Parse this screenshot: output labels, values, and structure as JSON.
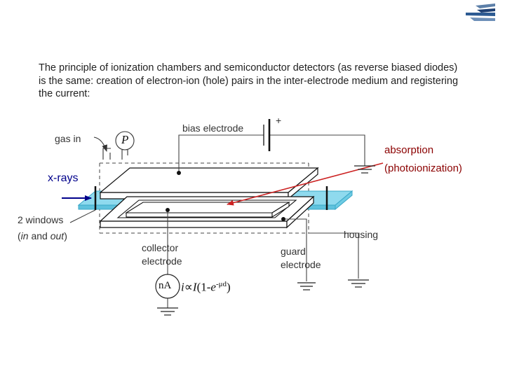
{
  "intro_text": "The principle of ionization chambers and semiconductor detectors (as reverse biased diodes) is the same: creation of electron-ion (hole) pairs in the inter-electrode medium and registering the current:",
  "labels": {
    "gas_in": "gas in",
    "pressure": "P",
    "bias_electrode": "bias electrode",
    "battery_plus": "+",
    "absorption_line1": "absorption",
    "absorption_line2": "(photoionization)",
    "xrays": "x-rays",
    "windows_line1": "2 windows",
    "windows_open": "(",
    "windows_in": "in",
    "windows_and": " and ",
    "windows_out": "out",
    "windows_close": ")",
    "housing": "housing",
    "collector_line1": "collector",
    "collector_line2": "electrode",
    "guard_line1": "guard",
    "guard_line2": "electrode",
    "ammeter": "nA",
    "formula_i": "i",
    "formula_prop": "∝",
    "formula_I": "I",
    "formula_open": "(1-",
    "formula_e": "e",
    "formula_exp": "-μd",
    "formula_close": ")"
  },
  "colors": {
    "absorption_text": "#8b0000",
    "arrow": "#cc2222",
    "beam": "#7fd6ec",
    "xray_arrow": "#00008b"
  },
  "icons": [
    "logo-icon",
    "battery-icon",
    "ammeter-icon",
    "ground-icon",
    "pressure-gauge-icon"
  ]
}
